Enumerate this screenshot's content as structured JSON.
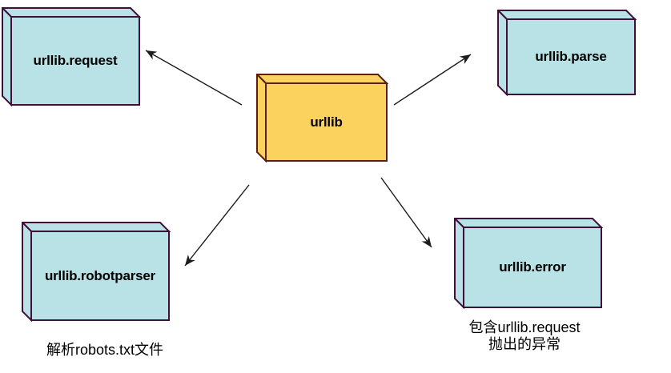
{
  "colors": {
    "background": "#ffffff",
    "module_box_fill": "#b8e2e6",
    "module_box_border": "#40103a",
    "center_box_fill": "#fbd25e",
    "center_box_border": "#5a1e12",
    "arrow": "#1c1c1c",
    "text": "#000000"
  },
  "diagram": {
    "center_node": {
      "id": "urllib",
      "label": "urllib"
    },
    "nodes": [
      {
        "id": "urllib-request",
        "label": "urllib.request"
      },
      {
        "id": "urllib-parse",
        "label": "urllib.parse"
      },
      {
        "id": "urllib-robotparser",
        "label": "urllib.robotparser",
        "caption": "解析robots.txt文件"
      },
      {
        "id": "urllib-error",
        "label": "urllib.error",
        "caption_line1": "包含urllib.request",
        "caption_line2": "抛出的异常"
      }
    ],
    "edges": [
      {
        "from": "urllib",
        "to": "urllib-request"
      },
      {
        "from": "urllib",
        "to": "urllib-parse"
      },
      {
        "from": "urllib",
        "to": "urllib-robotparser"
      },
      {
        "from": "urllib",
        "to": "urllib-error"
      }
    ]
  }
}
